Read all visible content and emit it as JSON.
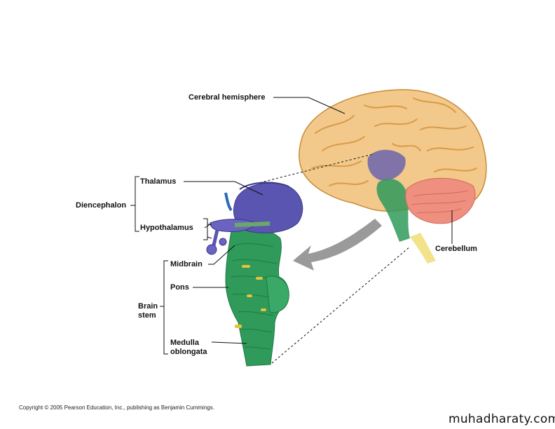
{
  "labels": {
    "cerebral_hemisphere": "Cerebral hemisphere",
    "thalamus": "Thalamus",
    "diencephalon": "Diencephalon",
    "hypothalamus": "Hypothalamus",
    "midbrain": "Midbrain",
    "pons": "Pons",
    "brain": "Brain",
    "stem": "stem",
    "medulla": "Medulla",
    "oblongata": "oblongata",
    "cerebellum": "Cerebellum"
  },
  "footer": {
    "copyright": "Copyright © 2005 Pearson Education, Inc., publishing as Benjamin Cummings.",
    "watermark": "muhadharaty.com"
  },
  "colors": {
    "cerebrum": "#f2c98a",
    "diencephalon": "#5a55b0",
    "brainstem": "#2f9a5a",
    "cerebellum": "#ef8f80",
    "spinal_cord": "#f2e28a",
    "arrow": "#9a9a9a"
  }
}
